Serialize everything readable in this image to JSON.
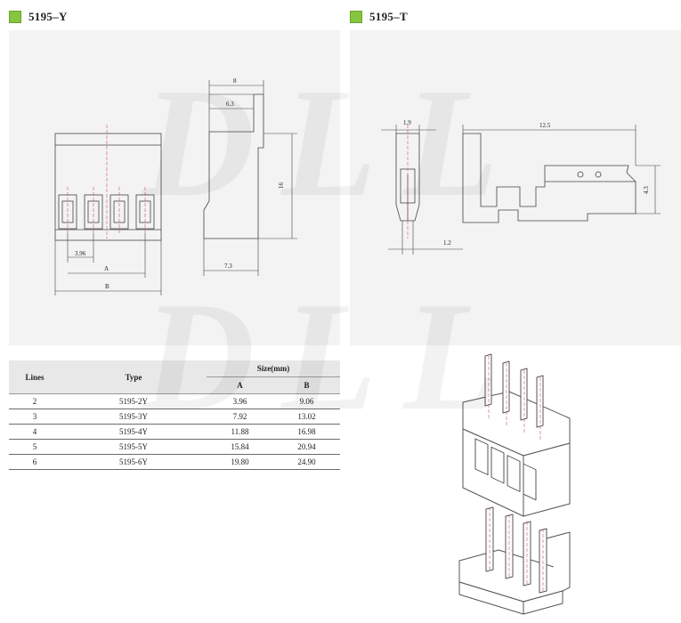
{
  "headers": {
    "left_title": "5195–Y",
    "right_title": "5195–T",
    "accent_color": "#86c540"
  },
  "housing_drawing": {
    "dim_front_small": "3.96",
    "dim_front_a": "A",
    "dim_front_b": "B",
    "dim_side_top": "8",
    "dim_side_inner": "6.3",
    "dim_side_height": "16",
    "dim_side_bottom": "7.3"
  },
  "terminal_drawing": {
    "dim_width": "1.9",
    "dim_bottom": "1.2",
    "dim_length": "12.5",
    "dim_height": "4.3"
  },
  "table": {
    "col_lines": "Lines",
    "col_type": "Type",
    "col_size": "Size(mm)",
    "col_a": "A",
    "col_b": "B",
    "rows": [
      {
        "lines": "2",
        "type": "5195-2Y",
        "a": "3.96",
        "b": "9.06"
      },
      {
        "lines": "3",
        "type": "5195-3Y",
        "a": "7.92",
        "b": "13.02"
      },
      {
        "lines": "4",
        "type": "5195-4Y",
        "a": "11.88",
        "b": "16.98"
      },
      {
        "lines": "5",
        "type": "5195-5Y",
        "a": "15.84",
        "b": "20.94"
      },
      {
        "lines": "6",
        "type": "5195-6Y",
        "a": "19.80",
        "b": "24.90"
      }
    ]
  },
  "watermark": {
    "text": "DLL"
  }
}
